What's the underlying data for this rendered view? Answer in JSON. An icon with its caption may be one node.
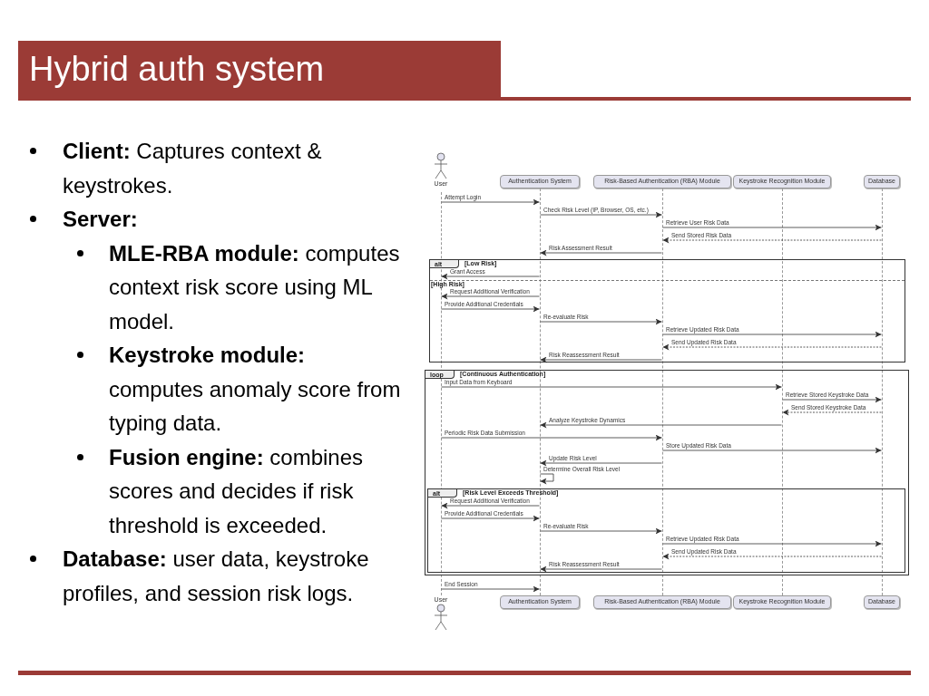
{
  "diagram": {
    "title": "Hybrid auth system",
    "nodes": [
      {
        "text": [
          "User"
        ]
      },
      {
        "text": [
          "Authentication System"
        ]
      },
      {
        "text": [
          "Risk-Based Authentication (RBA) Module"
        ]
      },
      {
        "text": [
          "Keystroke Recognition Module"
        ]
      },
      {
        "text": [
          "Database"
        ]
      },
      {
        "text": [],
        "shape": "line"
      },
      {
        "text": [],
        "shape": "line"
      },
      {
        "text": [],
        "shape": "line"
      },
      {
        "text": [],
        "shape": "line"
      },
      {
        "text": [],
        "shape": "line"
      },
      {
        "text": [
          "User"
        ]
      },
      {
        "text": [
          "Authentication System"
        ]
      },
      {
        "text": [
          "Risk-Based Authentication (RBA) Module"
        ]
      },
      {
        "text": [
          "Keystroke Recognition Module"
        ]
      },
      {
        "text": [
          "Database"
        ]
      }
    ],
    "edges": [
      {
        "from": 5,
        "to": 6,
        "arrow": "to",
        "label": "Attempt Login"
      },
      {
        "from": 6,
        "to": 7,
        "arrow": "to",
        "label": "Check Risk Level (IP, Browser, OS, etc.)"
      },
      {
        "from": 7,
        "to": 9,
        "arrow": "to",
        "label": "Retrieve User Risk Data"
      },
      {
        "from": 9,
        "to": 7,
        "arrow": "to",
        "label": "Send Stored Risk Data",
        "style": "dashed"
      },
      {
        "from": 7,
        "to": 6,
        "arrow": "to",
        "label": "Risk Assessment Result"
      },
      {
        "from": 6,
        "to": 5,
        "arrow": "to",
        "label": "Grant Access"
      },
      {
        "from": 6,
        "to": 5,
        "arrow": "to",
        "label": "Request Additional Verification"
      },
      {
        "from": 5,
        "to": 6,
        "arrow": "to",
        "label": "Provide Additional Credentials"
      },
      {
        "from": 6,
        "to": 7,
        "arrow": "to",
        "label": "Re-evaluate Risk"
      },
      {
        "from": 7,
        "to": 9,
        "arrow": "to",
        "label": "Retrieve Updated Risk Data"
      },
      {
        "from": 9,
        "to": 7,
        "arrow": "to",
        "label": "Send Updated Risk Data",
        "style": "dashed"
      },
      {
        "from": 7,
        "to": 6,
        "arrow": "to",
        "label": "Risk Reassessment Result"
      },
      {
        "from": 5,
        "to": 8,
        "arrow": "to",
        "label": "Input Data from Keyboard"
      },
      {
        "from": 8,
        "to": 9,
        "arrow": "to",
        "label": "Retrieve Stored Keystroke Data"
      },
      {
        "from": 9,
        "to": 8,
        "arrow": "to",
        "label": "Send Stored Keystroke Data",
        "style": "dashed"
      },
      {
        "from": 8,
        "to": 6,
        "arrow": "to",
        "label": "Analyze Keystroke Dynamics"
      },
      {
        "from": 5,
        "to": 7,
        "arrow": "to",
        "label": "Periodic Risk Data Submission"
      },
      {
        "from": 7,
        "to": 9,
        "arrow": "to",
        "label": "Store Updated Risk Data"
      },
      {
        "from": 7,
        "to": 6,
        "arrow": "to",
        "label": "Update Risk Level"
      },
      {
        "from": 6,
        "to": 6,
        "arrow": "to",
        "label": "Determine Overall Risk Level"
      },
      {
        "from": 6,
        "to": 5,
        "arrow": "to",
        "label": "Request Additional Verification"
      },
      {
        "from": 5,
        "to": 6,
        "arrow": "to",
        "label": "Provide Additional Credentials"
      },
      {
        "from": 6,
        "to": 7,
        "arrow": "to",
        "label": "Re-evaluate Risk"
      },
      {
        "from": 7,
        "to": 9,
        "arrow": "to",
        "label": "Retrieve Updated Risk Data"
      },
      {
        "from": 9,
        "to": 7,
        "arrow": "to",
        "label": "Send Updated Risk Data",
        "style": "dashed"
      },
      {
        "from": 7,
        "to": 6,
        "arrow": "to",
        "label": "Risk Reassessment Result"
      },
      {
        "from": 5,
        "to": 6,
        "arrow": "to",
        "label": "End Session"
      }
    ],
    "labels": [
      "**Client:** Captures context & keystrokes.",
      "**Server:**",
      "**MLE-RBA module:** computes context risk score using ML model.",
      "**Keystroke module:** computes anomaly score from typing data.",
      "**Fusion engine:** combines scores and decides if risk threshold is exceeded.",
      "**Database:** user data, keystroke profiles, and session risk logs.",
      "alt",
      "[Low Risk]",
      "[High Risk]",
      "loop",
      "[Continuous Authentication]",
      "alt",
      "[Risk Level Exceeds Threshold]"
    ]
  }
}
